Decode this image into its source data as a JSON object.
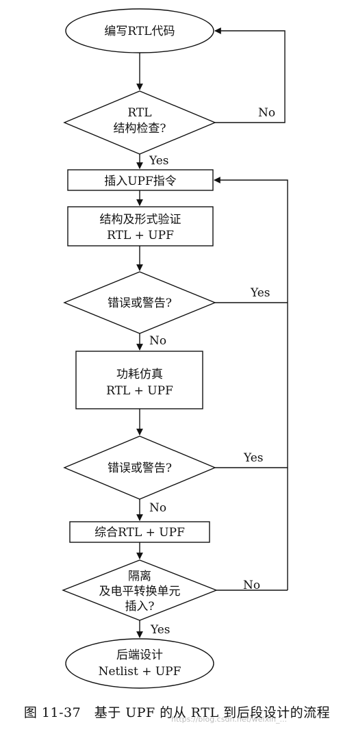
{
  "nodes": {
    "write_rtl": "编写RTL代码",
    "rtl_check_1": "RTL",
    "rtl_check_2": "结构检查?",
    "insert_upf": "插入UPF指令",
    "verify_1": "结构及形式验证",
    "verify_2": "RTL + UPF",
    "err1": "错误或警告?",
    "power_sim_1": "功耗仿真",
    "power_sim_2": "RTL + UPF",
    "err2": "错误或警告?",
    "synth": "综合RTL + UPF",
    "iso_1": "隔离",
    "iso_2": "及电平转换单元",
    "iso_3": "插入?",
    "backend_1": "后端设计",
    "backend_2": "Netlist + UPF"
  },
  "edges": {
    "check_no": "No",
    "check_yes": "Yes",
    "err1_yes": "Yes",
    "err1_no": "No",
    "err2_yes": "Yes",
    "err2_no": "No",
    "iso_no": "No",
    "iso_yes": "Yes"
  },
  "caption": "图 11-37　基于 UPF 的从 RTL 到后段设计的流程",
  "watermark": "https://blog.csdn.net/weixin_..."
}
